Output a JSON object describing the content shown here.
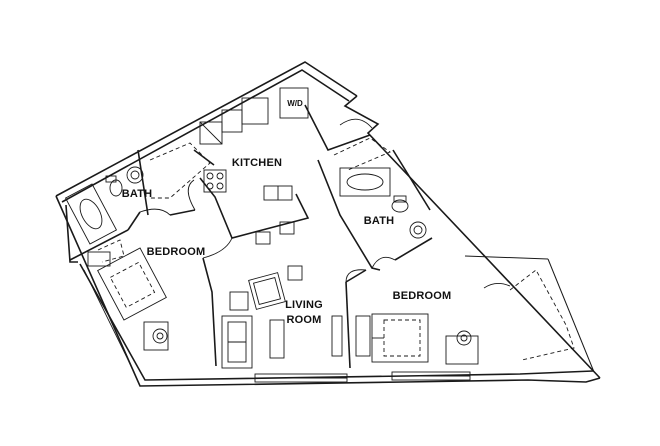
{
  "rooms": {
    "kitchen": "KITCHEN",
    "bath_left": "BATH",
    "bedroom_left": "BEDROOM",
    "bath_right": "BATH",
    "living_line1": "LIVING",
    "living_line2": "ROOM",
    "bedroom_right": "BEDROOM"
  },
  "fixtures": {
    "washer_dryer": "W/D"
  }
}
